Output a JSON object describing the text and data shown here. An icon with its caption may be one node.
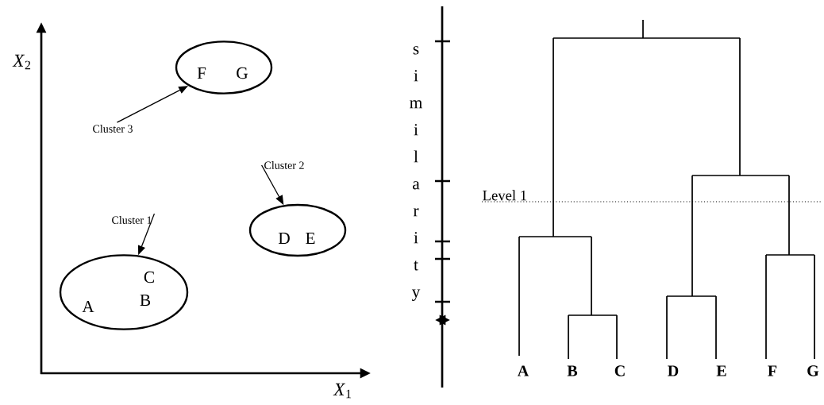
{
  "diagram": {
    "nodes": [
      {
        "text": [
          "F",
          "G"
        ]
      },
      {
        "text": [
          "Cluster 3"
        ]
      },
      {
        "text": [
          "Cluster 2"
        ]
      },
      {
        "text": [
          "D",
          "E"
        ]
      },
      {
        "text": [
          "Cluster 1"
        ]
      },
      {
        "text": [
          "C",
          "B",
          "A"
        ]
      }
    ],
    "edges": [
      {
        "from": 1,
        "to": 0,
        "arrow": "to"
      },
      {
        "from": 2,
        "to": 3,
        "arrow": "to"
      },
      {
        "from": 4,
        "to": 5,
        "arrow": "to"
      }
    ],
    "labels": [
      "*X*$_{2}$",
      "*X*$_{1}$",
      "similarity",
      "Level 1",
      "A",
      "B",
      "C",
      "D",
      "E",
      "F",
      "G"
    ]
  }
}
